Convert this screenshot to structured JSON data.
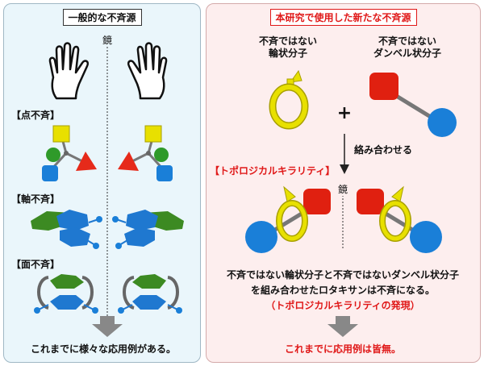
{
  "left": {
    "title": "一般的な不斉源",
    "mirror_label": "鏡",
    "point_label": "【点不斉】",
    "axial_label": "【軸不斉】",
    "planar_label": "【面不斉】",
    "bottom_text": "これまでに様々な応用例がある。"
  },
  "right": {
    "title": "本研究で使用した新たな不斉源",
    "ring_label_line1": "不斉ではない",
    "ring_label_line2": "輪状分子",
    "dumbbell_label_line1": "不斉ではない",
    "dumbbell_label_line2": "ダンベル状分子",
    "plus": "+",
    "combine_label": "絡み合わせる",
    "topological_label": "【トポロジカルキラリティ】",
    "mirror_label": "鏡",
    "desc_line1": "不斉ではない輪状分子と不斉ではないダンベル状分子",
    "desc_line2": "を組み合わせたロタキサンは不斉になる。",
    "desc_line3": "（トポロジカルキラリティの発現）",
    "bottom_text": "これまでに応用例は皆無。"
  },
  "colors": {
    "left_panel_bg": "#eaf6fb",
    "right_panel_bg": "#fdeeee",
    "highlight_red": "#e01818",
    "yellow": "#e8e000",
    "red_cube": "#e02010",
    "blue_sphere": "#1a7fd8",
    "green": "#3c9a2a",
    "arrow_gray": "#888888"
  },
  "icons": [
    "left-hand-icon",
    "right-hand-icon",
    "point-chirality-molecule",
    "axial-chirality-molecule",
    "planar-chirality-molecule",
    "ring-molecule",
    "dumbbell-molecule",
    "rotaxane-molecule"
  ]
}
